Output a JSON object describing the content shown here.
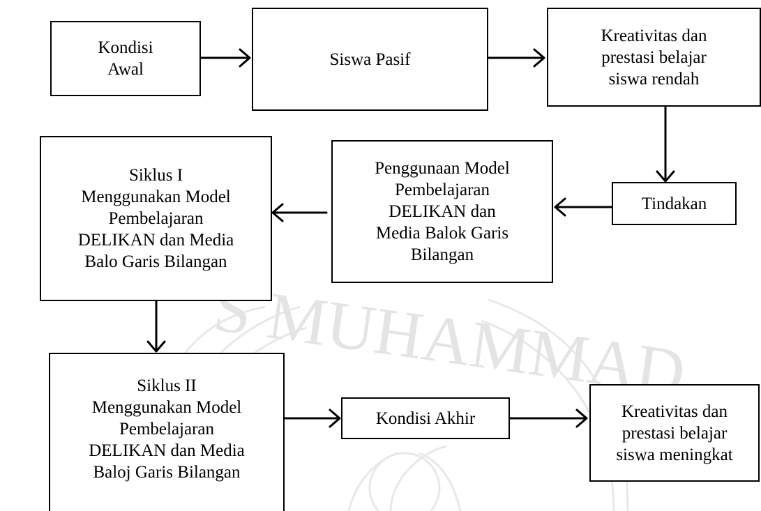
{
  "colors": {
    "line": "#000000",
    "box_fill": "#ffffff",
    "watermark": "#e6e6e6"
  },
  "boxes": {
    "kondisi_awal": "Kondisi\nAwal",
    "siswa_pasif": "Siswa Pasif",
    "kreativitas_rendah": "Kreativitas dan\nprestasi belajar\nsiswa rendah",
    "tindakan": "Tindakan",
    "penggunaan_model": "Penggunaan Model\nPembelajaran\nDELIKAN dan\nMedia Balok Garis\nBilangan",
    "siklus_1": "Siklus I\nMenggunakan Model\nPembelajaran\nDELIKAN dan Media\nBalo Garis Bilangan",
    "siklus_2": "Siklus II\nMenggunakan Model\nPembelajaran\nDELIKAN dan Media\nBaloj Garis Bilangan",
    "kondisi_akhir": "Kondisi Akhir",
    "kreativitas_meningkat": "Kreativitas dan\nprestasi belajar\nsiswa meningkat"
  },
  "watermark": {
    "text": "S MUHAMMAD",
    "icon": "university-seal-icon"
  }
}
